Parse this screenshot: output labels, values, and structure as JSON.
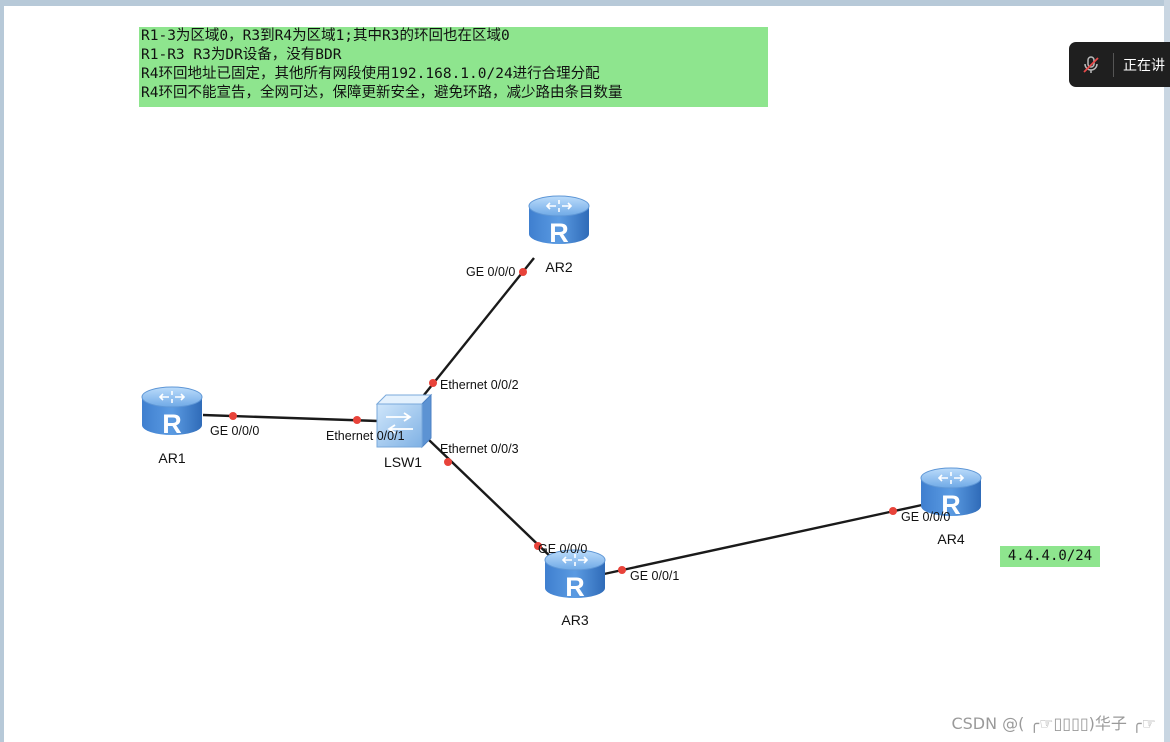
{
  "note": {
    "lines": [
      "R1-3为区域0，R3到R4为区域1;其中R3的环回也在区域0",
      "R1-R3 R3为DR设备，没有BDR",
      "R4环回地址已固定，其他所有网段使用192.168.1.0/24进行合理分配",
      "R4环回不能宣告，全网可达，保障更新安全，避免环路，减少路由条目数量"
    ]
  },
  "devices": {
    "ar1": "AR1",
    "ar2": "AR2",
    "ar3": "AR3",
    "ar4": "AR4",
    "lsw1": "LSW1"
  },
  "ports": {
    "ar1_ge000": "GE 0/0/0",
    "ar2_ge000": "GE 0/0/0",
    "ar3_ge000": "GE 0/0/0",
    "ar3_ge001": "GE 0/0/1",
    "ar4_ge000": "GE 0/0/0",
    "lsw1_eth001": "Ethernet 0/0/1",
    "lsw1_eth002": "Ethernet 0/0/2",
    "lsw1_eth003": "Ethernet 0/0/3"
  },
  "ar4_loopback": "4.4.4.0/24",
  "router_icon_letter": "R",
  "meeting": {
    "text": "正在讲",
    "icon": "muted-microphone-icon"
  },
  "watermark": "CSDN @( ╭☞▯▯▯▯)华子 ╭☞",
  "colors": {
    "note_bg": "#8ee58e",
    "link": "#1a1a1a",
    "port_dot": "#e8433a",
    "router_body": "#4a8fd8"
  }
}
